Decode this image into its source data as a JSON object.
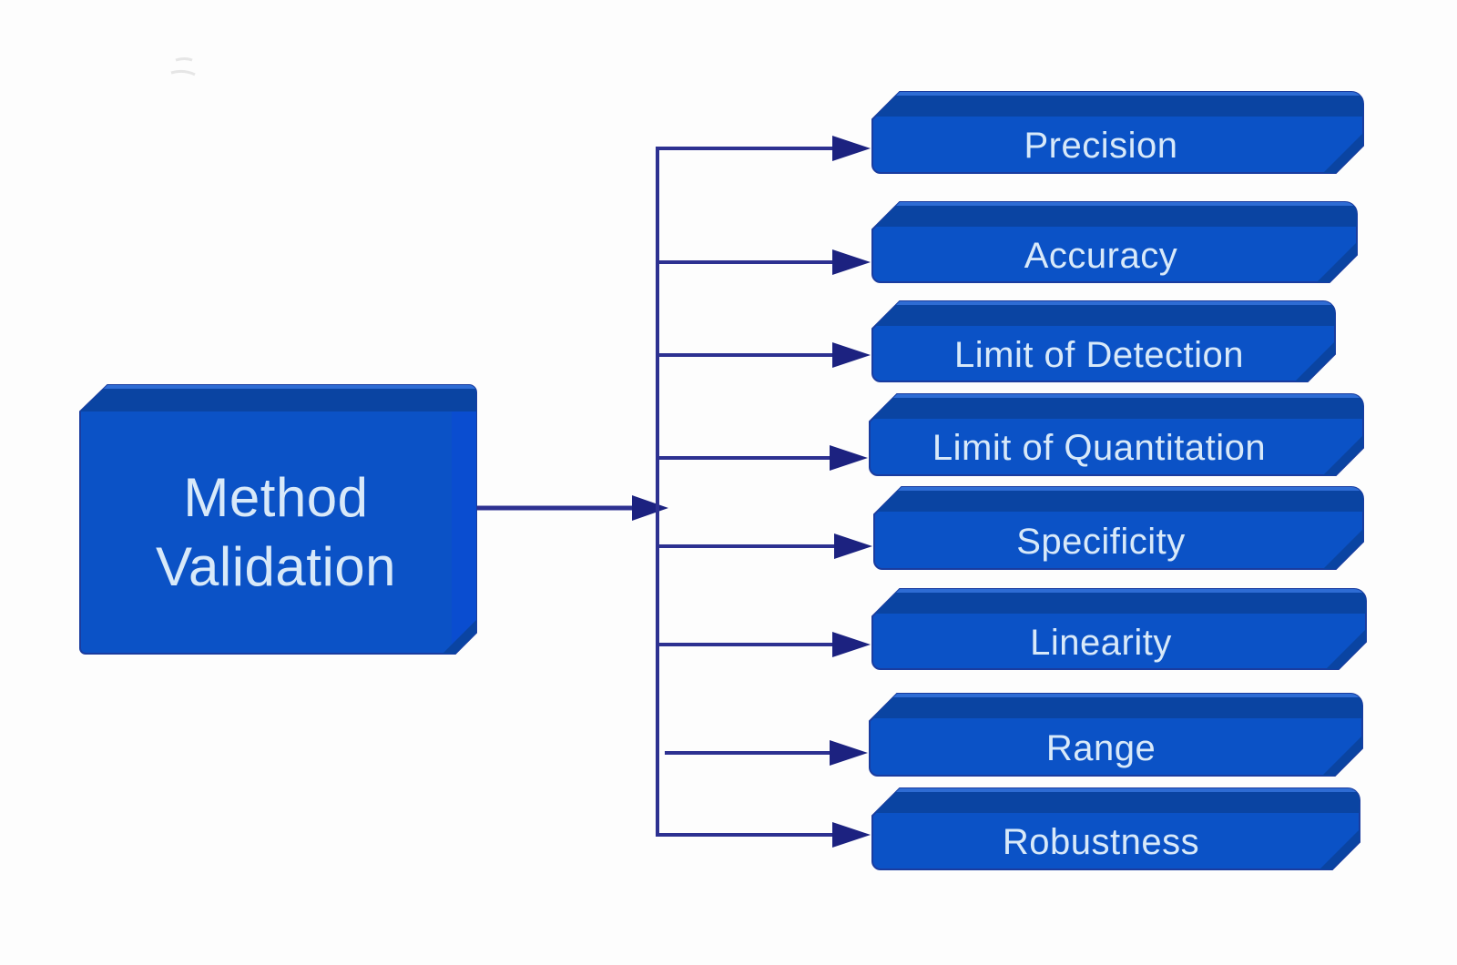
{
  "diagram": {
    "root": {
      "label": "Method Validation",
      "lines": [
        "Method",
        "Validation"
      ]
    },
    "children": [
      {
        "label": "Precision"
      },
      {
        "label": "Accuracy"
      },
      {
        "label": "Limit of Detection"
      },
      {
        "label": "Limit of Quantitation"
      },
      {
        "label": "Specificity"
      },
      {
        "label": "Linearity"
      },
      {
        "label": "Range"
      },
      {
        "label": "Robustness"
      }
    ],
    "colors": {
      "background": "#fdfdfd",
      "box_front": "#0b52c6",
      "box_top": "#0a44a2",
      "box_side": "#0a4dd0",
      "box_highlight": "#2e6cd4",
      "box_edge": "#1a3c9f",
      "label_text": "#d8e9f9",
      "connector": "#2d3191",
      "arrowhead": "#1c2280",
      "smudge": "#c9c9c9"
    }
  }
}
